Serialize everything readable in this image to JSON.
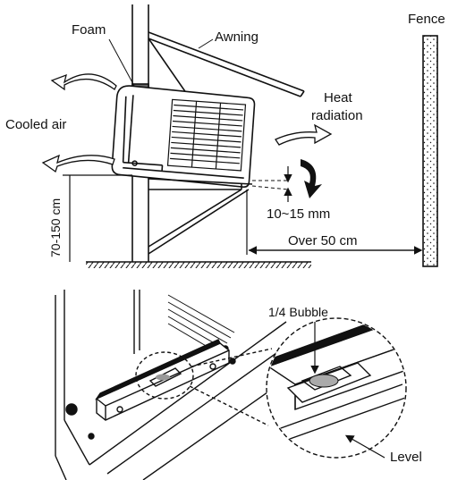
{
  "top_figure": {
    "labels": {
      "foam": "Foam",
      "awning": "Awning",
      "fence": "Fence",
      "cooled_air": "Cooled air",
      "heat_radiation_line1": "Heat",
      "heat_radiation_line2": "radiation",
      "tilt": "10~15 mm",
      "height": "70-150 cm",
      "clearance": "Over 50 cm"
    }
  },
  "bottom_figure": {
    "labels": {
      "bubble": "1/4 Bubble",
      "level": "Level"
    }
  },
  "colors": {
    "line": "#111111",
    "fill": "#ffffff"
  },
  "icons": [
    "airflow-arrow-icon",
    "rotation-arrow-icon"
  ]
}
